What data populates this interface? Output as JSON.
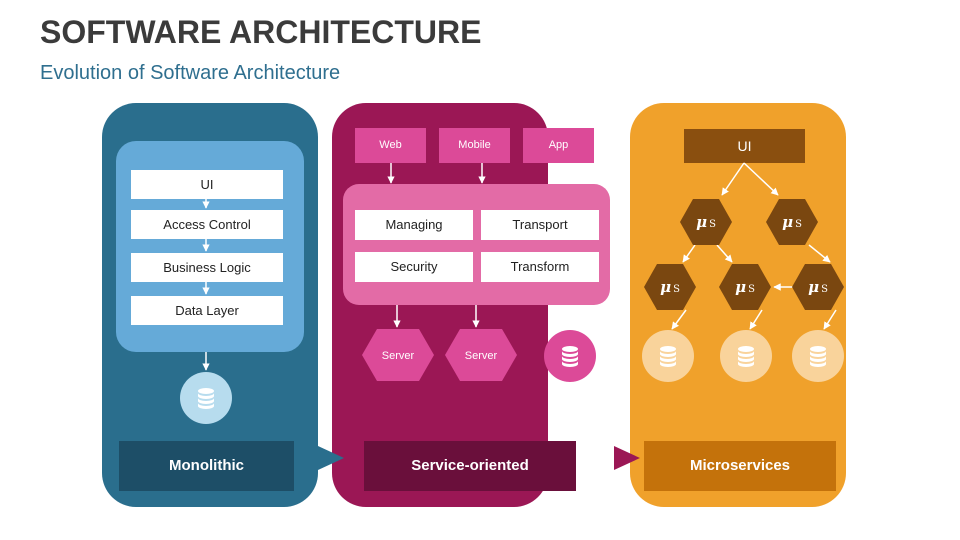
{
  "header": {
    "title": "SOFTWARE ARCHITECTURE",
    "subtitle": "Evolution of Software Architecture"
  },
  "monolithic": {
    "label": "Monolithic",
    "layers": [
      "UI",
      "Access Control",
      "Business Logic",
      "Data Layer"
    ],
    "database_icon": "database-icon"
  },
  "service_oriented": {
    "label": "Service-oriented",
    "clients": [
      "Web",
      "Mobile",
      "App"
    ],
    "services": [
      "Managing",
      "Transport",
      "Security",
      "Transform"
    ],
    "servers": [
      "Server",
      "Server"
    ],
    "database_icon": "database-icon"
  },
  "microservices": {
    "label": "Microservices",
    "ui": "UI",
    "service_symbol": "μ",
    "service_suffix": "S",
    "database_icon": "database-icon"
  },
  "colors": {
    "monolithic_bg": "#2a6e8d",
    "service_bg": "#9b1755",
    "micro_bg": "#f0a12b",
    "micro_dark": "#7a4710"
  }
}
